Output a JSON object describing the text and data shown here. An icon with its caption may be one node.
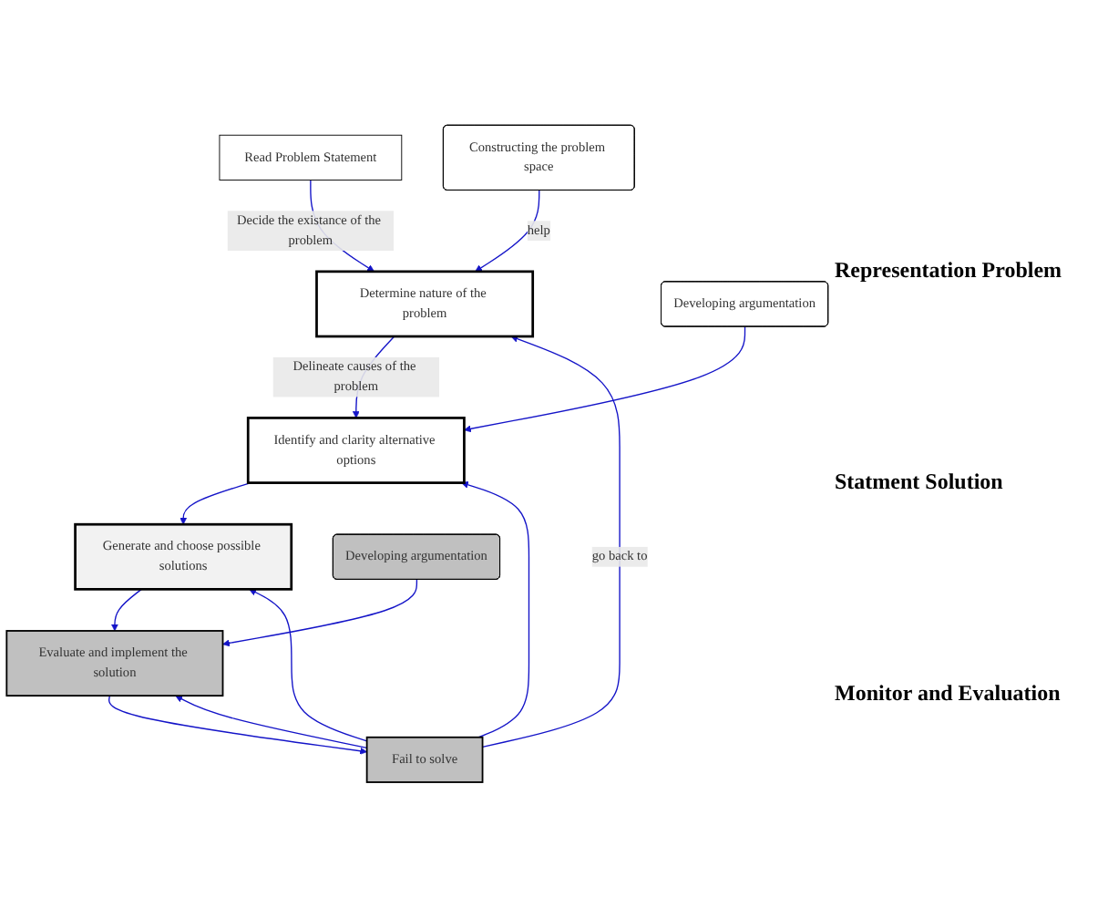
{
  "diagram": {
    "nodes": [
      {
        "text": [
          "Read Problem Statement"
        ]
      },
      {
        "text": [
          "Determine nature of the problem"
        ]
      },
      {
        "text": [
          "Constructing the problem space"
        ]
      },
      {
        "text": [
          "Identify and clarity alternative options"
        ]
      },
      {
        "text": [
          "Developing argumentation"
        ]
      },
      {
        "text": [
          "Generate and choose possible solutions"
        ]
      },
      {
        "text": [
          "Evaluate and implement the solution"
        ]
      },
      {
        "text": [
          "Developing argumentation"
        ]
      },
      {
        "text": [
          "Fail to solve"
        ]
      }
    ],
    "edges": [
      {
        "from": 0,
        "to": 1,
        "arrow": "to",
        "label": "Decide the existance of the problem"
      },
      {
        "from": 2,
        "to": 1,
        "arrow": "to",
        "label": "help"
      },
      {
        "from": 1,
        "to": 3,
        "arrow": "to",
        "label": "Delineate causes of the problem"
      },
      {
        "from": 4,
        "to": 3,
        "arrow": "to"
      },
      {
        "from": 3,
        "to": 5,
        "arrow": "to"
      },
      {
        "from": 5,
        "to": 6,
        "arrow": "to"
      },
      {
        "from": 7,
        "to": 6,
        "arrow": "to"
      },
      {
        "from": 6,
        "to": 8,
        "arrow": "to"
      },
      {
        "from": 8,
        "to": 1,
        "arrow": "to",
        "label": "go back to"
      },
      {
        "from": 8,
        "to": 3,
        "arrow": "to"
      },
      {
        "from": 8,
        "to": 5,
        "arrow": "to"
      },
      {
        "from": 8,
        "to": 6,
        "arrow": "to"
      }
    ],
    "labels": [
      "Representation Problem",
      "Statment Solution",
      "Monitor and Evaluation"
    ]
  }
}
